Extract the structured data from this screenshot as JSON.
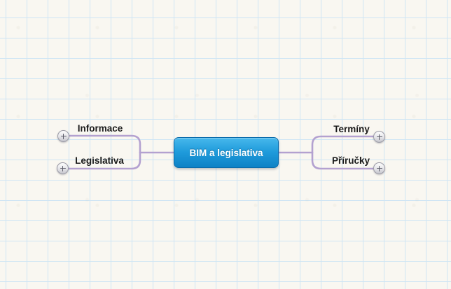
{
  "canvas": {
    "background_color": "#f9f7f1",
    "grid_color": "#cfe5f4",
    "grid_spacing_px": "30x29"
  },
  "mindmap": {
    "root": {
      "label": "BIM a legislativa",
      "fill_top": "#47b8ec",
      "fill_bottom": "#0d82c6",
      "border_color": "#0a6cab",
      "text_color": "#ffffff"
    },
    "branches_left": [
      {
        "label": "Informace"
      },
      {
        "label": "Legislativa"
      }
    ],
    "branches_right": [
      {
        "label": "Termíny"
      },
      {
        "label": "Příručky"
      }
    ],
    "connector_color": "#b3a1d0",
    "expand_button": {
      "glyph": "plus",
      "fill": "#e4e4e8",
      "symbol_color": "#5d5d6a"
    }
  }
}
